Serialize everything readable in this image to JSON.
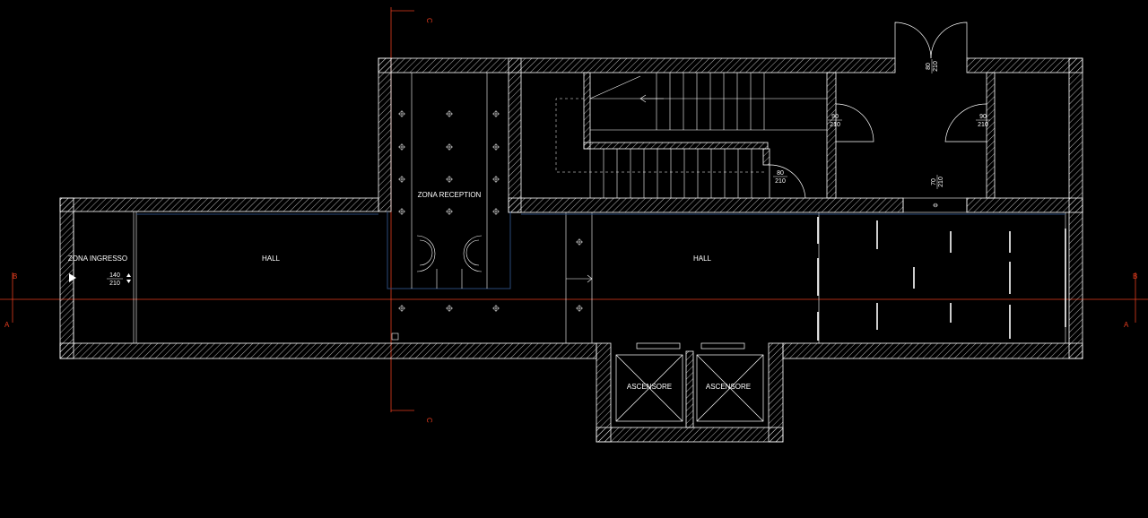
{
  "rooms": {
    "zona_ingresso": "ZONA INGRESSO",
    "hall_left": "HALL",
    "zona_reception": "ZONA RECEPTION",
    "hall_right": "HALL",
    "ascensore_1": "ASCENSORE",
    "ascensore_2": "ASCENSORE"
  },
  "doors": {
    "entrance": {
      "w": "140",
      "h": "210"
    },
    "stair": {
      "w": "80",
      "h": "210"
    },
    "room_left": {
      "w": "90",
      "h": "210"
    },
    "room_right": {
      "w": "90",
      "h": "210"
    },
    "top_double": {
      "w": "80",
      "h": "210"
    },
    "bottom_small": {
      "w": "70",
      "h": "210"
    }
  },
  "sections": {
    "a_left": "A",
    "a_right": "A",
    "b_left": "B",
    "b_right": "B",
    "c_top": "C",
    "c_bottom": "C"
  },
  "colors": {
    "background": "#000000",
    "lines": "#ffffff",
    "section_lines": "#e33b1e",
    "glass": "#2a4a7a"
  }
}
